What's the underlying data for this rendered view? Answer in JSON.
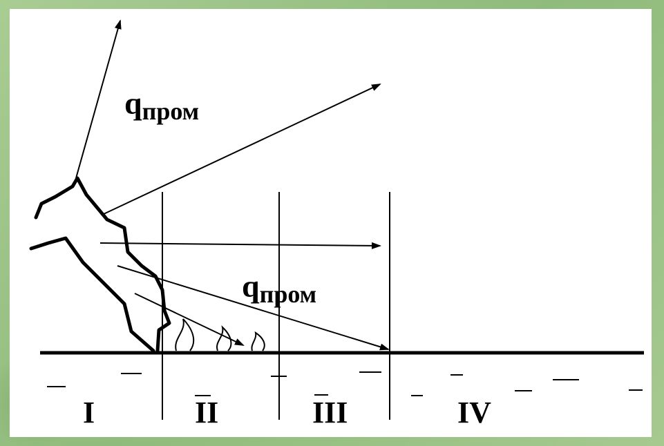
{
  "labels": {
    "q_upper": {
      "main": "q",
      "sub": "пром"
    },
    "q_lower": {
      "main": "q",
      "sub": "пром"
    }
  },
  "zones": [
    "I",
    "II",
    "III",
    "IV"
  ],
  "colors": {
    "background": "#9cc28a",
    "panel": "#ffffff",
    "ink": "#000000"
  }
}
